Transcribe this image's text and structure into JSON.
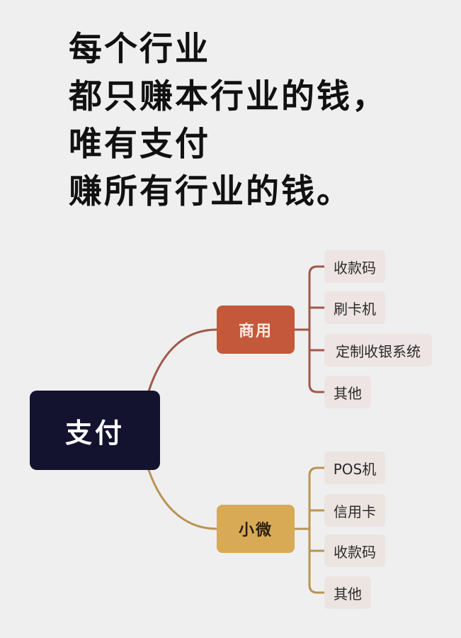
{
  "headline": [
    "每个行业",
    "都只赚本行业的钱，",
    "唯有支付",
    "赚所有行业的钱。"
  ],
  "mindmap": {
    "root": "支付",
    "branches": [
      {
        "label": "商用",
        "color": "#c4583b",
        "leaves": [
          "收款码",
          "刷卡机",
          "定制收银系统",
          "其他"
        ]
      },
      {
        "label": "小微",
        "color": "#d8aa55",
        "leaves": [
          "POS机",
          "信用卡",
          "收款码",
          "其他"
        ]
      }
    ]
  },
  "colors": {
    "background": "#efefef",
    "root": "#131330",
    "commercial_connector": "#a0584a",
    "micro_connector": "#b99453",
    "leaf": "#ede4e3"
  }
}
